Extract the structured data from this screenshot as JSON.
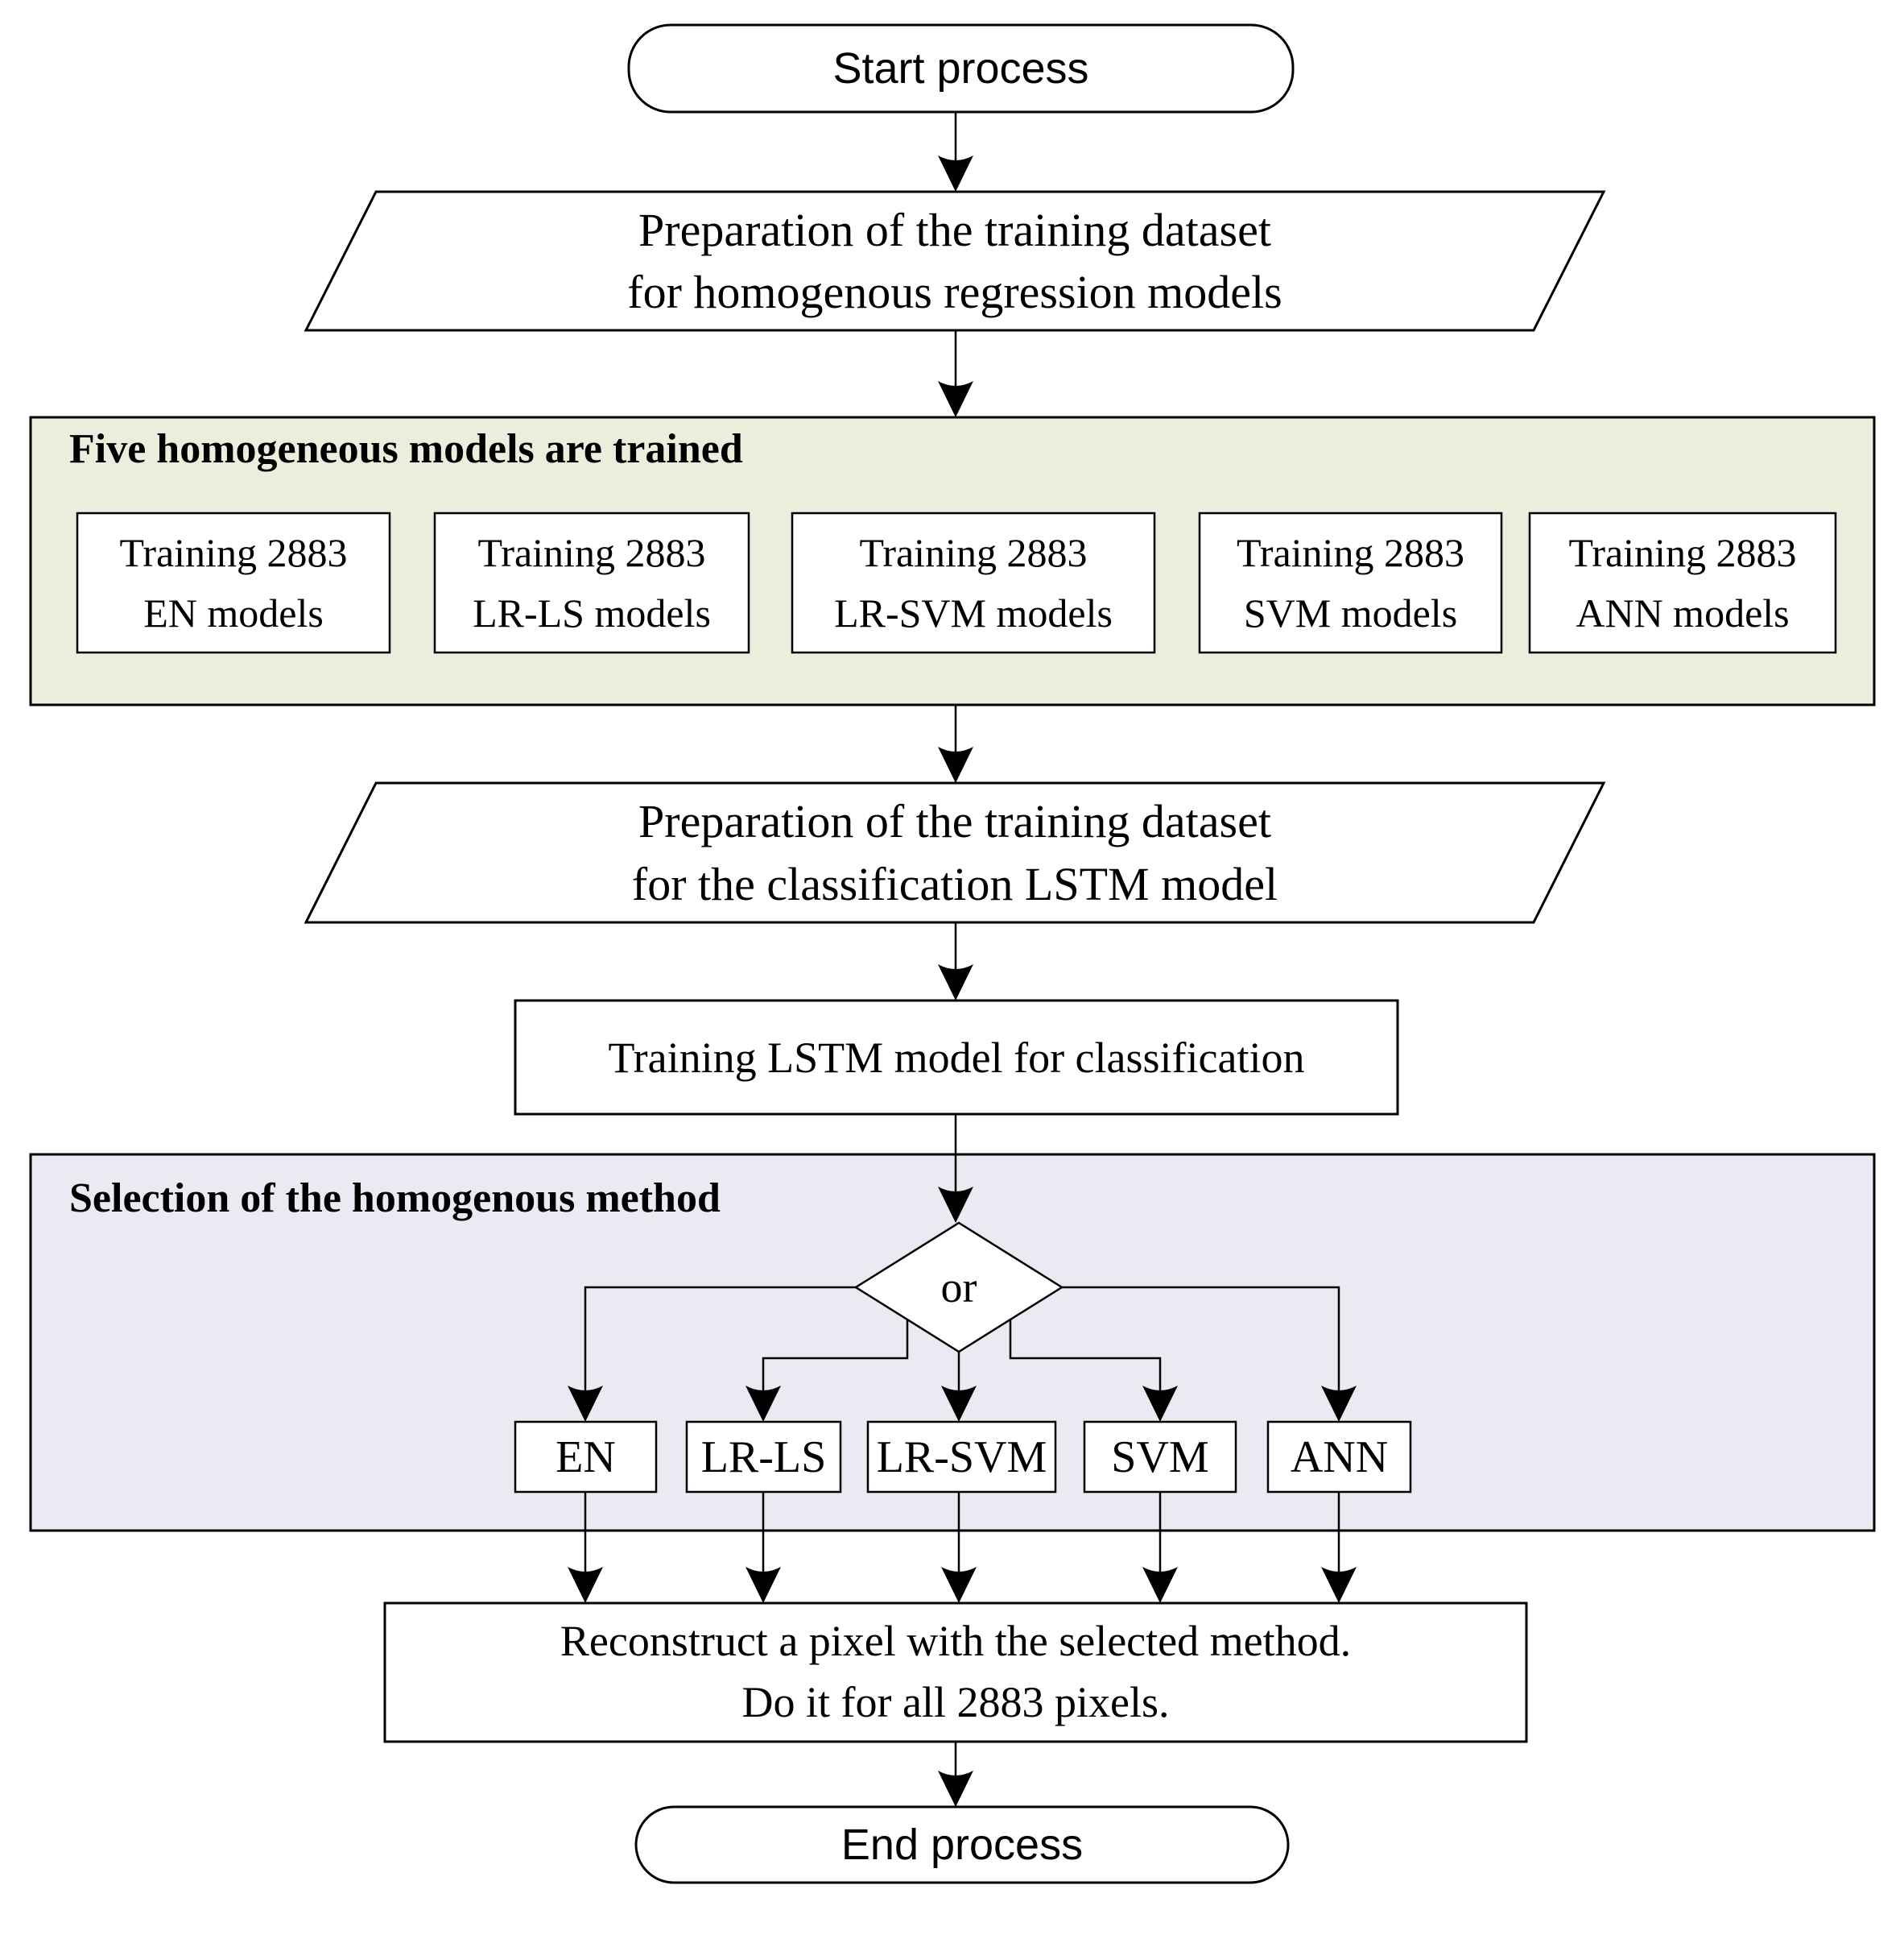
{
  "colors": {
    "training_bg": "#e9eedd",
    "selection_bg": "#ebe9f1",
    "node_bg": "#ffffff",
    "stroke": "#000000"
  },
  "nodes": {
    "start": {
      "label": "Start process"
    },
    "prep_regression": {
      "line1": "Preparation of the training dataset",
      "line2": "for homogenous regression models"
    },
    "training_group": {
      "title": "Five homogeneous models are trained",
      "boxes": [
        {
          "line1": "Training 2883",
          "line2": "EN models"
        },
        {
          "line1": "Training 2883",
          "line2": "LR-LS models"
        },
        {
          "line1": "Training 2883",
          "line2": "LR-SVM models"
        },
        {
          "line1": "Training 2883",
          "line2": "SVM models"
        },
        {
          "line1": "Training 2883",
          "line2": "ANN models"
        }
      ]
    },
    "prep_lstm": {
      "line1": "Preparation of the training dataset",
      "line2": "for the classification LSTM model"
    },
    "train_lstm": {
      "label": "Training LSTM model for classification"
    },
    "selection_group": {
      "title": "Selection of the homogenous method",
      "decision": {
        "label": "or"
      },
      "methods": [
        {
          "label": "EN"
        },
        {
          "label": "LR-LS"
        },
        {
          "label": "LR-SVM"
        },
        {
          "label": "SVM"
        },
        {
          "label": "ANN"
        }
      ]
    },
    "reconstruct": {
      "line1": "Reconstruct a pixel with the selected method.",
      "line2": "Do it for all 2883 pixels."
    },
    "end": {
      "label": "End process"
    }
  }
}
